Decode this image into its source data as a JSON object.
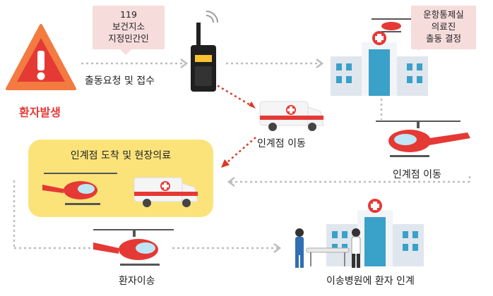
{
  "notes": {
    "agencies": "119\n보건지소\n지정민간인",
    "control_center": "운항통제실\n의료진\n출동 결정"
  },
  "labels": {
    "patient_event": "환자발생",
    "dispatch_request": "출동요청 및 접수",
    "ambulance_move": "인계점 이동",
    "heli_move": "인계점 이동",
    "onsite_care": "인계점 도착 및 현장의료",
    "transport": "환자이송",
    "handover": "이송병원에 환자 인계"
  },
  "icons": [
    "warning-icon",
    "radio-icon",
    "hospital-icon",
    "ambulance-icon",
    "helicopter-icon"
  ],
  "colors": {
    "warning_orange": "#f37a40",
    "warning_red": "#e53935",
    "highlight_yellow": "#fbe37a",
    "note_pink": "#f7dcdc",
    "dotted_grey": "#bdbdbd",
    "dotted_red": "#d93a2a",
    "hospital_blue": "#3aa1c9"
  }
}
